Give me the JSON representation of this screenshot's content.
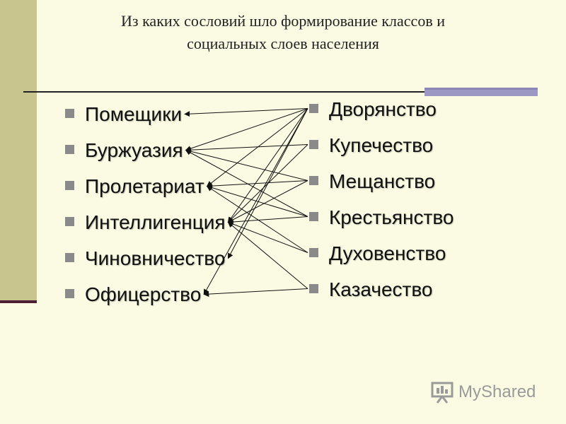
{
  "title_line1": "Из каких сословий шло формирование классов и",
  "title_line2": "социальных слоев населения",
  "classes": [
    "Помещики",
    "Буржуазия",
    "Пролетариат",
    "Интеллигенция",
    "Чиновничество",
    "Офицерство"
  ],
  "estates": [
    "Дворянство",
    "Купечество",
    "Мещанство",
    "Крестьянство",
    "Духовенство",
    "Казачество"
  ],
  "links": [
    {
      "from": "Дворянство",
      "to": "Помещики"
    },
    {
      "from": "Дворянство",
      "to": "Буржуазия"
    },
    {
      "from": "Дворянство",
      "to": "Пролетариат"
    },
    {
      "from": "Дворянство",
      "to": "Интеллигенция"
    },
    {
      "from": "Дворянство",
      "to": "Чиновничество"
    },
    {
      "from": "Дворянство",
      "to": "Офицерство"
    },
    {
      "from": "Купечество",
      "to": "Буржуазия"
    },
    {
      "from": "Купечество",
      "to": "Интеллигенция"
    },
    {
      "from": "Мещанство",
      "to": "Буржуазия"
    },
    {
      "from": "Мещанство",
      "to": "Пролетариат"
    },
    {
      "from": "Мещанство",
      "to": "Интеллигенция"
    },
    {
      "from": "Крестьянство",
      "to": "Буржуазия"
    },
    {
      "from": "Крестьянство",
      "to": "Пролетариат"
    },
    {
      "from": "Крестьянство",
      "to": "Интеллигенция"
    },
    {
      "from": "Духовенство",
      "to": "Интеллигенция"
    },
    {
      "from": "Духовенство",
      "to": "Пролетариат"
    },
    {
      "from": "Казачество",
      "to": "Офицерство"
    },
    {
      "from": "Казачество",
      "to": "Интеллигенция"
    }
  ],
  "watermark": "MyShared",
  "colors": {
    "background": "#fbfbe4",
    "sidebar": "#c8c58f",
    "accent_bar": "#9c98c4",
    "bullet": "#8a8a8a"
  }
}
